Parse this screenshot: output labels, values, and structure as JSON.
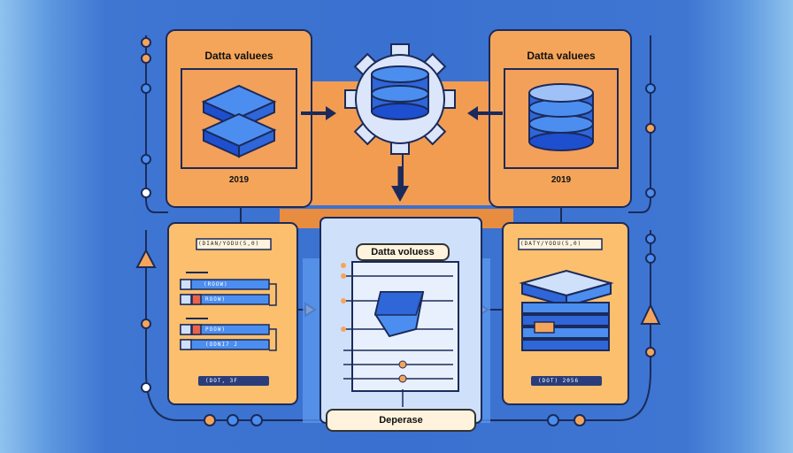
{
  "top_left": {
    "title": "Datta valuees",
    "year": "2019"
  },
  "top_right": {
    "title": "Datta valuees",
    "year": "2019"
  },
  "center": {
    "title": "Datta voluess",
    "footer": "Deperase"
  },
  "bottom_left": {
    "header": "(DIAN/YODU(5,0)",
    "rows": [
      "(ROOW)",
      "ROOW)",
      "POOW)",
      "(ODNI7 J"
    ],
    "footer": "(DOT, 3F"
  },
  "bottom_right": {
    "header": "(DATY/YODU(5,0)",
    "footer": "(DOT) 2056"
  },
  "colors": {
    "background": "#3a70cf",
    "orange": "#f5a55a",
    "light_orange": "#fbbf6e",
    "blue_light": "#cfe0fb",
    "blue_mid": "#4c8ef0",
    "blue_dark": "#1e4fcf",
    "outline": "#1b2a5a"
  }
}
